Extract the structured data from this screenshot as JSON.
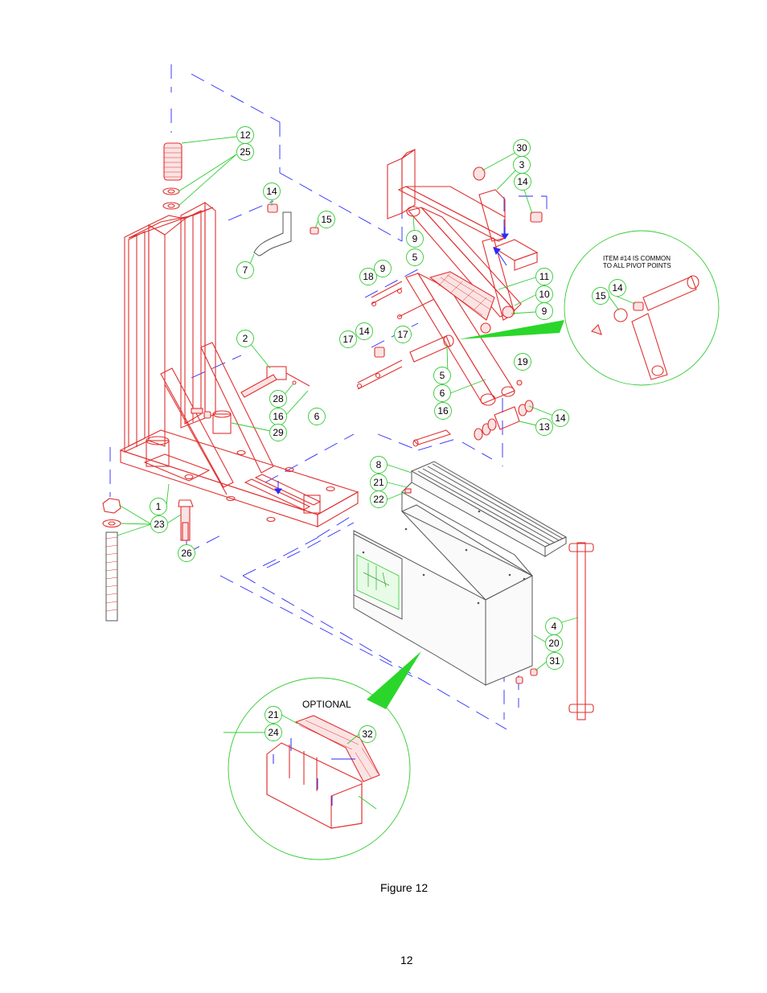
{
  "figure_caption": "Figure 12",
  "page_number": "12",
  "note_text": {
    "line1": "ITEM #14 IS COMMON",
    "line2": "TO ALL PIVOT POINTS"
  },
  "optional_label": "OPTIONAL",
  "callouts": [
    {
      "label": "12"
    },
    {
      "label": "25"
    },
    {
      "label": "14"
    },
    {
      "label": "15"
    },
    {
      "label": "7"
    },
    {
      "label": "30"
    },
    {
      "label": "3"
    },
    {
      "label": "14"
    },
    {
      "label": "9"
    },
    {
      "label": "5"
    },
    {
      "label": "18"
    },
    {
      "label": "9"
    },
    {
      "label": "11"
    },
    {
      "label": "10"
    },
    {
      "label": "9"
    },
    {
      "label": "14"
    },
    {
      "label": "15"
    },
    {
      "label": "2"
    },
    {
      "label": "14"
    },
    {
      "label": "17"
    },
    {
      "label": "17"
    },
    {
      "label": "5"
    },
    {
      "label": "6"
    },
    {
      "label": "19"
    },
    {
      "label": "28"
    },
    {
      "label": "16"
    },
    {
      "label": "6"
    },
    {
      "label": "29"
    },
    {
      "label": "16"
    },
    {
      "label": "14"
    },
    {
      "label": "13"
    },
    {
      "label": "8"
    },
    {
      "label": "21"
    },
    {
      "label": "22"
    },
    {
      "label": "1"
    },
    {
      "label": "23"
    },
    {
      "label": "26"
    },
    {
      "label": "4"
    },
    {
      "label": "20"
    },
    {
      "label": "31"
    },
    {
      "label": "21"
    },
    {
      "label": "24"
    },
    {
      "label": "32"
    }
  ],
  "colors": {
    "part_lines": "#e03030",
    "callout_circles": "#33cc33",
    "hidden_lines": "#2a2aff",
    "sheet_metal": "#555555"
  }
}
